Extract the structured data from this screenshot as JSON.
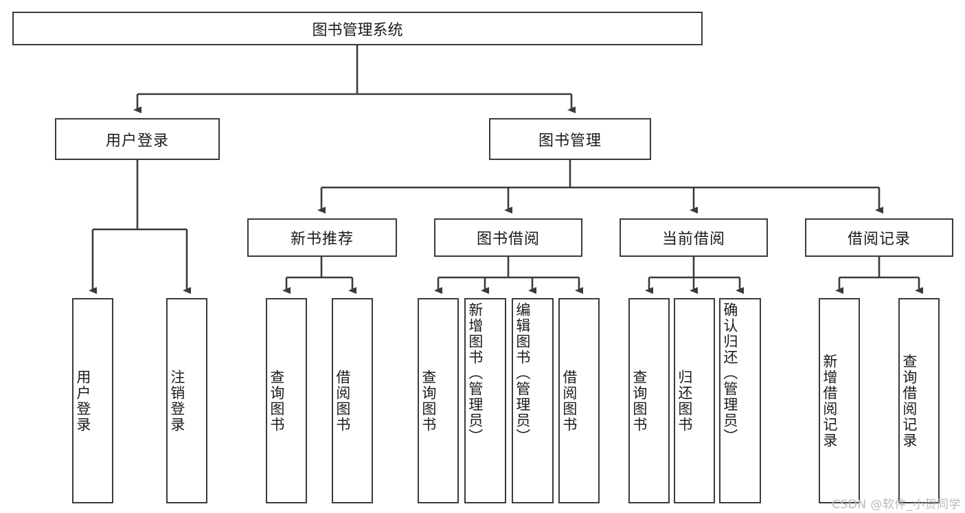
{
  "diagram": {
    "title": "图书管理系统",
    "type": "tree",
    "root": {
      "label": "图书管理系统"
    },
    "level2": [
      {
        "label": "用户登录"
      },
      {
        "label": "图书管理"
      }
    ],
    "level3": [
      {
        "label": "新书推荐"
      },
      {
        "label": "图书借阅"
      },
      {
        "label": "当前借阅"
      },
      {
        "label": "借阅记录"
      }
    ],
    "leaves": {
      "user_login": [
        {
          "label": "用户登录"
        },
        {
          "label": "注销登录"
        }
      ],
      "new_book_recommend": [
        {
          "label": "查询图书"
        },
        {
          "label": "借阅图书"
        }
      ],
      "book_borrow": [
        {
          "label": "查询图书"
        },
        {
          "label": "新增图书（管理员）"
        },
        {
          "label": "编辑图书（管理员）"
        },
        {
          "label": "借阅图书"
        }
      ],
      "current_borrow": [
        {
          "label": "查询图书"
        },
        {
          "label": "归还图书"
        },
        {
          "label": "确认归还（管理员）"
        }
      ],
      "borrow_record": [
        {
          "label": "新增借阅记录"
        },
        {
          "label": "查询借阅记录"
        }
      ]
    }
  },
  "watermark": {
    "text": "CSDN @软件_小贺同学"
  },
  "colors": {
    "box_border": "#3a3a3a",
    "box_fill": "#ffffff",
    "line": "#3a3a3a",
    "text": "#1b1b1b",
    "watermark": "#b9b9b9"
  }
}
